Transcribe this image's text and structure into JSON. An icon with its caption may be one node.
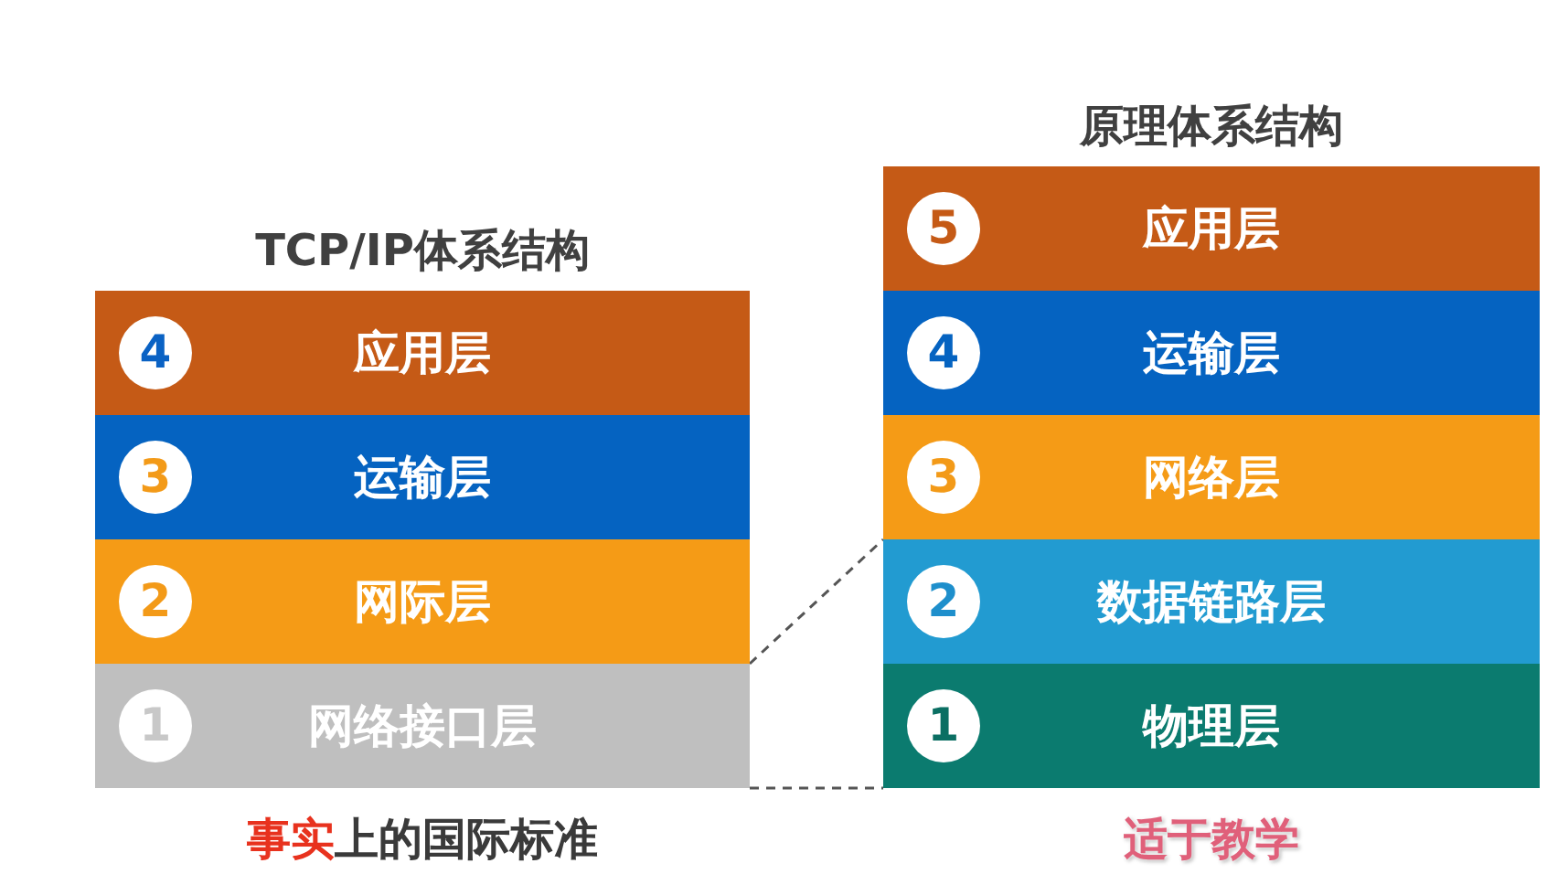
{
  "diagram": {
    "nodes": [
      {
        "text": [
          "TCP/IP体系结构"
        ],
        "beside": [
          "事实上的国际标准"
        ]
      },
      {
        "text": [
          "4",
          "应用层"
        ],
        "in": 0
      },
      {
        "text": [
          "3",
          "运输层"
        ],
        "in": 0
      },
      {
        "text": [
          "2",
          "网际层"
        ],
        "in": 0
      },
      {
        "text": [
          "1",
          "网络接口层"
        ],
        "in": 0
      },
      {
        "text": [
          "原理体系结构"
        ],
        "beside": [
          "适于教学"
        ]
      },
      {
        "text": [
          "5",
          "应用层"
        ],
        "in": 5
      },
      {
        "text": [
          "4",
          "运输层"
        ],
        "in": 5
      },
      {
        "text": [
          "3",
          "网络层"
        ],
        "in": 5
      },
      {
        "text": [
          "2",
          "数据链路层"
        ],
        "in": 5
      },
      {
        "text": [
          "1",
          "物理层"
        ],
        "in": 5
      }
    ],
    "edges": [
      {
        "from": 4,
        "to": 9,
        "arrow": "none",
        "style": "dashed"
      },
      {
        "from": 4,
        "to": 10,
        "arrow": "none",
        "style": "dashed"
      }
    ]
  }
}
